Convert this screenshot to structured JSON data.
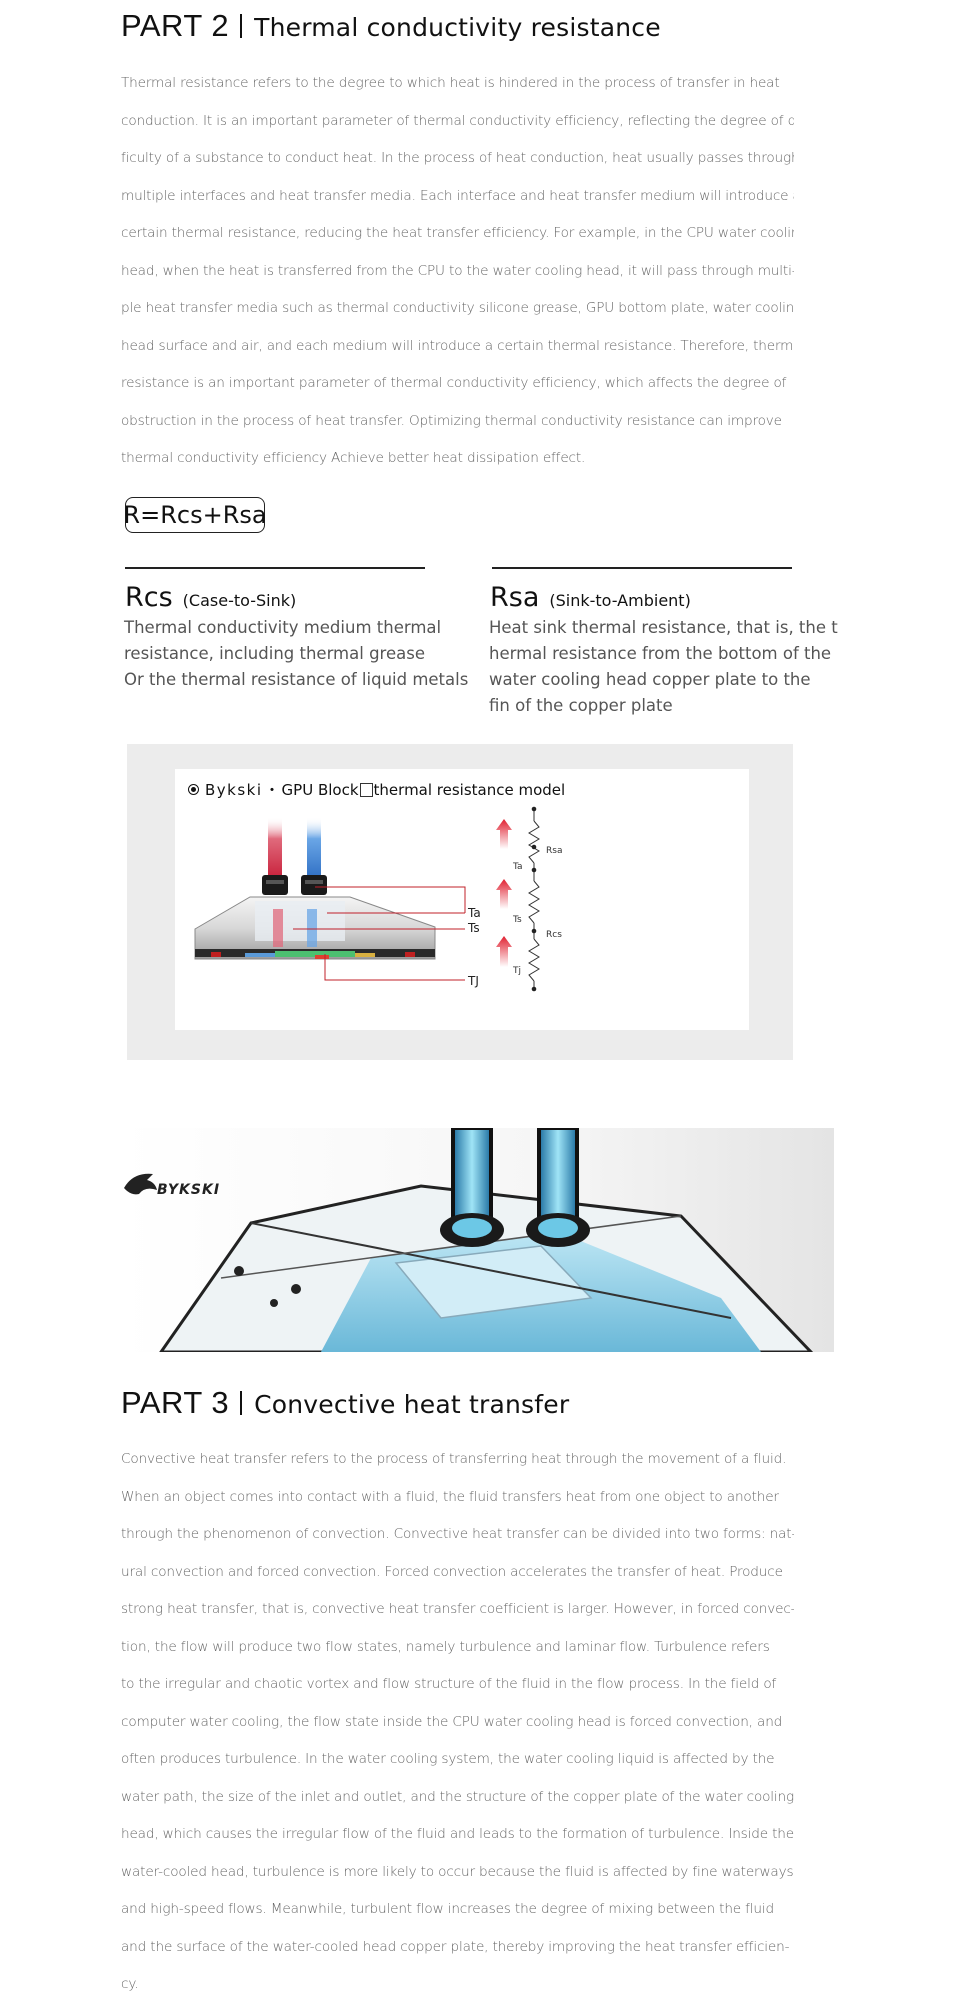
{
  "part2": {
    "number": "PART 2",
    "title": "Thermal conductivity resistance",
    "paragraph_lines": [
      "Thermal resistance refers to the degree to which heat is hindered in the process of transfer in heat",
      "conduction. It is an important parameter of thermal conductivity efficiency, reflecting the degree of dif-",
      "ficulty of a substance to conduct heat. In the process of heat conduction, heat usually passes through",
      "multiple interfaces and heat transfer media. Each interface and heat transfer medium will introduce a",
      "certain thermal resistance, reducing the heat transfer efficiency. For example, in the CPU water cooling",
      "head, when the heat is transferred from the CPU to the water cooling head, it will pass through multi-",
      "ple heat transfer media such as thermal conductivity silicone grease, GPU bottom plate, water cooling",
      "head surface and air, and each medium will introduce a certain thermal resistance. Therefore, thermal",
      "resistance is an important parameter of thermal conductivity efficiency, which affects the degree of",
      "obstruction in the process of heat transfer. Optimizing thermal conductivity resistance can improve",
      "thermal conductivity efficiency Achieve better heat dissipation effect."
    ]
  },
  "formula": "R=Rcs+Rsa",
  "components": {
    "rcs": {
      "symbol": "Rcs",
      "subtitle": "(Case-to-Sink)",
      "lines": [
        "Thermal conductivity medium thermal",
        "resistance, including thermal grease",
        "Or the thermal resistance of liquid metals"
      ]
    },
    "rsa": {
      "symbol": "Rsa",
      "subtitle": "(Sink-to-Ambient)",
      "lines": [
        "Heat sink thermal resistance, that is, the t",
        "hermal resistance from the bottom of the",
        "water cooling head copper plate to the",
        "fin of the copper plate"
      ]
    }
  },
  "model": {
    "brand": "Bykski",
    "separator": "・",
    "title_a": "GPU Block",
    "title_b": "thermal resistance model",
    "labels": {
      "ta": "Ta",
      "ts": "Ts",
      "tj": "TJ",
      "ta_arrow": "Ta",
      "ts_arrow": "Ts",
      "tj_arrow": "Tj",
      "rsa": "Rsa",
      "rcs": "Rcs"
    },
    "colors": {
      "hot": "#d93a4e",
      "cold": "#3a7fd0",
      "arrow": "#e02030"
    }
  },
  "photo": {
    "logo": "BYKSKI"
  },
  "part3": {
    "number": "PART 3",
    "title": "Convective heat transfer",
    "paragraph_lines": [
      "Convective heat transfer refers to the process of transferring heat through the movement of a fluid.",
      "When an object comes into contact with a fluid, the fluid transfers heat from one object to another",
      "through the phenomenon of convection. Convective heat transfer can be divided into two forms: nat-",
      "ural convection and forced convection. Forced convection accelerates the transfer of heat. Produce",
      "strong heat transfer, that is, convective heat transfer coefficient is larger. However, in forced convec-",
      "tion, the flow will produce two flow states, namely turbulence and laminar flow. Turbulence refers",
      "to the irregular and chaotic vortex and flow structure of the fluid in the flow process. In the field of",
      "computer water cooling, the flow state inside the CPU water cooling head is forced convection, and",
      "often produces turbulence. In the water cooling system, the water cooling liquid is affected by the",
      "water path, the size of the inlet and outlet, and the structure of the copper plate of the water cooling",
      "head, which causes the irregular flow of the fluid and leads to the formation of turbulence. Inside the",
      "water-cooled head, turbulence is more likely to occur because the fluid is affected by fine waterways",
      "and high-speed flows. Meanwhile, turbulent flow increases the degree of mixing between the fluid",
      "and the surface of the water-cooled head copper plate, thereby improving the heat transfer efficien-",
      "cy."
    ]
  }
}
